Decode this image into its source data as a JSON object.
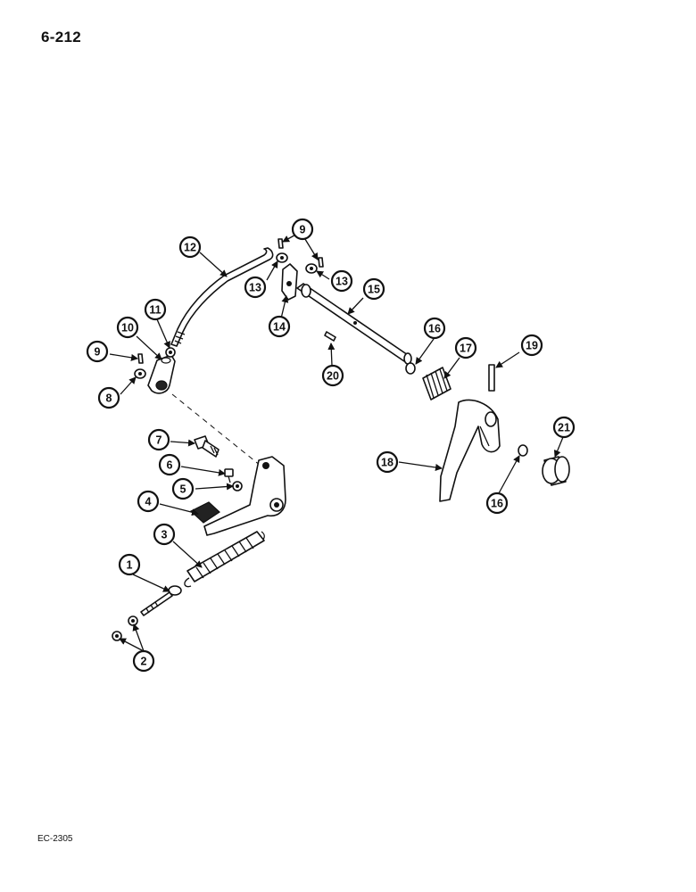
{
  "page_number": "6-212",
  "figure_code": "EC-2305",
  "callouts": [
    "1",
    "2",
    "3",
    "4",
    "5",
    "6",
    "7",
    "8",
    "9",
    "9",
    "10",
    "11",
    "12",
    "13",
    "13",
    "14",
    "15",
    "16",
    "16",
    "17",
    "18",
    "19",
    "20",
    "21"
  ]
}
